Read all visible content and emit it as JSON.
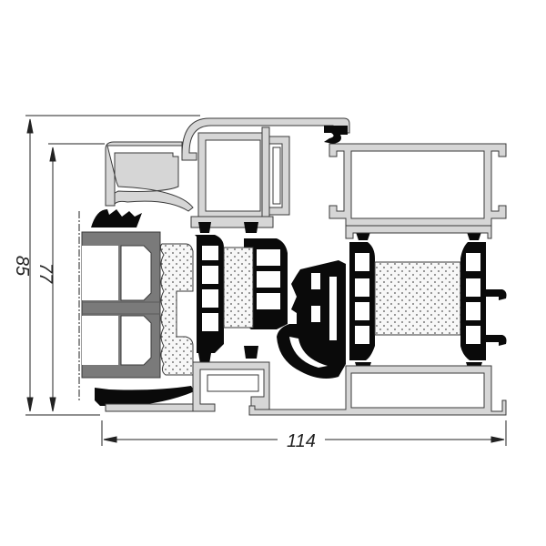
{
  "diagram": {
    "type": "technical-cross-section",
    "subject": "aluminium window/door frame profile with insulating glass unit",
    "colors": {
      "aluminium": "#d6d6d6",
      "outline": "#3a3a3a",
      "gasket": "#0a0a0a",
      "glass_spacer": "#7a7a7a",
      "insulation": "#f4f4f4",
      "dimension_line": "#222222",
      "background": "#ffffff"
    },
    "dimensions": {
      "overall_height": "85",
      "inner_height": "77",
      "overall_width": "114"
    }
  }
}
